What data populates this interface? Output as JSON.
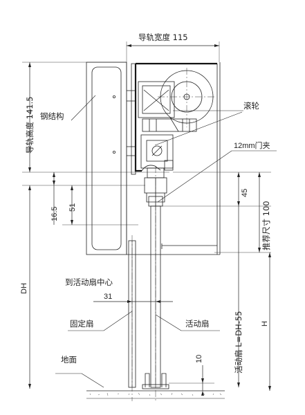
{
  "labels": {
    "rail_width": "导轨宽度 115",
    "rail_height": "导轨高度 141.5",
    "steel_structure": "钢结构",
    "roller": "滚轮",
    "door_clamp": "12mm门夹",
    "dim_45": "45",
    "dim_100": "推荐尺寸 100",
    "dim_51": "51",
    "dim_16_5": "16.5",
    "to_center": "到活动扇中心",
    "dim_31": "31",
    "dh": "DH",
    "fixed_leaf": "固定扇",
    "active_leaf": "活动扇",
    "active_leaf_len": "活动扇 L=DH-55",
    "h": "H",
    "dim_10": "10",
    "ground": "地面"
  }
}
